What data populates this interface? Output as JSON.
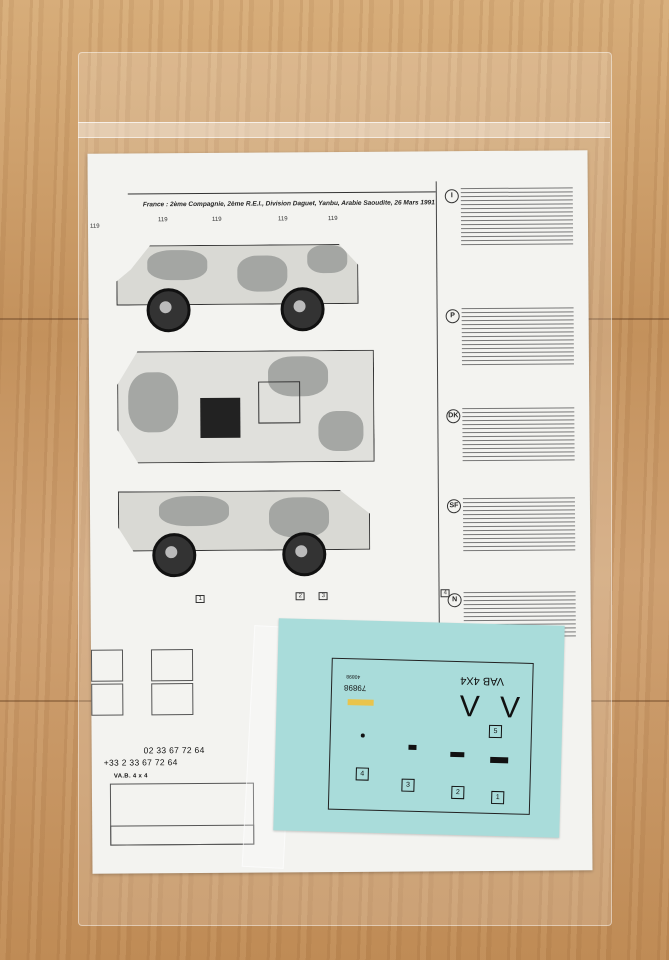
{
  "instructions": {
    "title": "France : 2ème Compagnie, 2ème R.E.I., Division Daguet, Yanbu, Arabie Saoudite, 26 Mars 1991",
    "paint_code": "119",
    "part_numbers": [
      "1",
      "2",
      "3",
      "4",
      "5"
    ],
    "phone_1": "02 33 67 72 64",
    "phone_2": "+33 2 33 67 72 64",
    "product_line": "VA.B. 4 x 4",
    "lang_markers": [
      "I",
      "P",
      "DK",
      "SF",
      "N"
    ]
  },
  "decal_sheet": {
    "label": "VAB 4X4",
    "number": "79898",
    "small_number": "40898",
    "letters": "V V",
    "markers": [
      "1",
      "2",
      "3",
      "4",
      "5"
    ]
  },
  "colors": {
    "wood": "#c89a66",
    "paper": "#f3f3f0",
    "decal_blue": "#a9dcda",
    "camo_gray": "#9a9c9a"
  }
}
